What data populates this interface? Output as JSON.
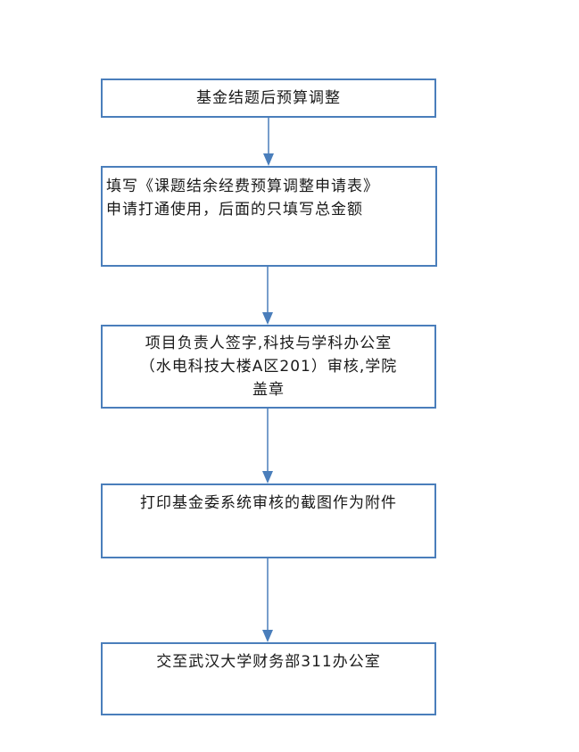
{
  "colors": {
    "box_border": "#4a7ebb",
    "arrow": "#4a7ebb",
    "text": "#1a1a1a"
  },
  "flow": {
    "step1": {
      "lines": [
        "基金结题后预算调整"
      ]
    },
    "step2": {
      "lines": [
        "填写《课题结余经费预算调整申请表》",
        "申请打通使用，后面的只填写总金额"
      ]
    },
    "step3": {
      "lines": [
        "项目负责人签字,科技与学科办公室",
        "（水电科技大楼A区201）审核,学院",
        "盖章"
      ]
    },
    "step4": {
      "lines": [
        "打印基金委系统审核的截图作为附件"
      ]
    },
    "step5": {
      "lines": [
        "交至武汉大学财务部311办公室"
      ]
    }
  }
}
